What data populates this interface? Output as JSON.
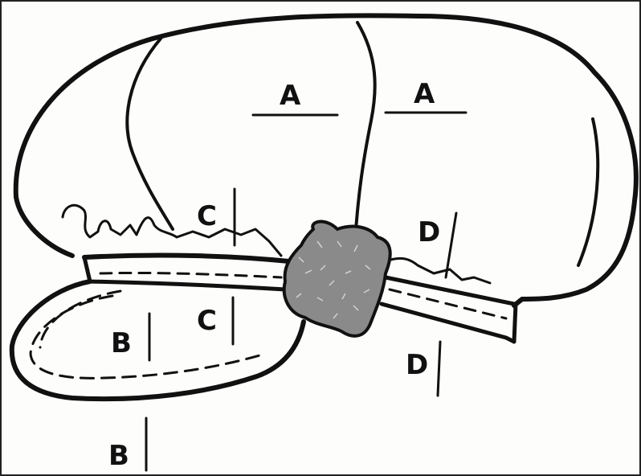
{
  "diagram": {
    "labels": {
      "a_left": "A",
      "a_right": "A",
      "b_inner": "B",
      "b_outer": "B",
      "c_upper": "C",
      "c_lower": "C",
      "d_upper": "D",
      "d_lower": "D"
    },
    "colors": {
      "ink": "#111111",
      "paper": "#fdfdfb"
    }
  }
}
